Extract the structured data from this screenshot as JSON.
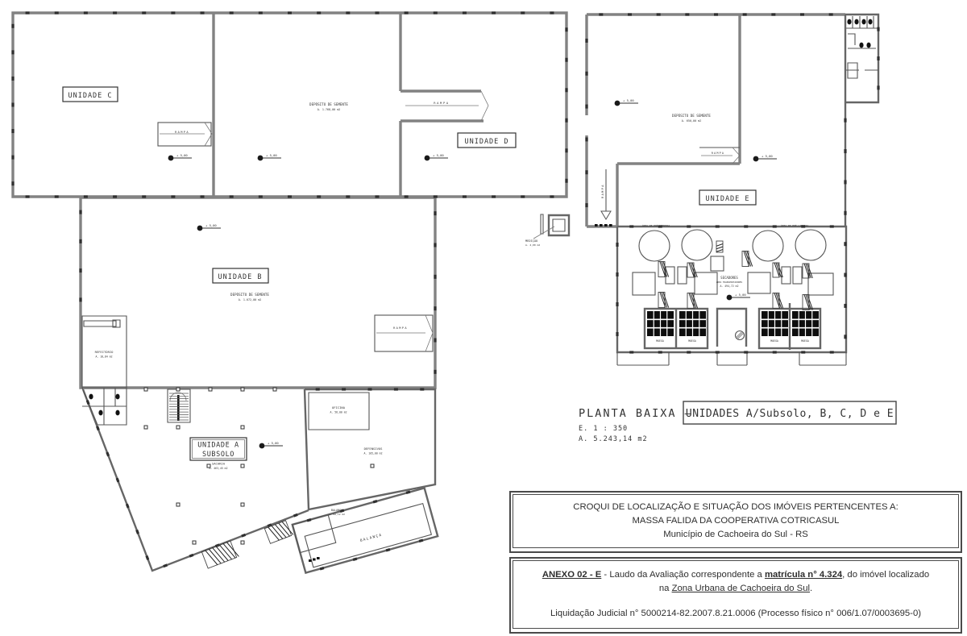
{
  "plan": {
    "title": {
      "prefix": "PLANTA BAIXA —",
      "boxed": "UNIDADES A/Subsolo, B, C, D e E",
      "scale": "E. 1 : 350",
      "area": "A. 5.243,14 m2"
    },
    "labels": {
      "unidade_c": "UNIDADE C",
      "unidade_d": "UNIDADE D",
      "unidade_b": "UNIDADE B",
      "unidade_a": "UNIDADE A",
      "subsolo": "SUBSOLO",
      "unidade_e": "UNIDADE E",
      "rampa": "RAMPA",
      "elevation": "+ 5,00",
      "moega": "MOEGA",
      "balanca": "BALANÇA",
      "area_pre": "ÁREA DE PRÉ-LIMPEZA"
    },
    "rooms": {
      "deposito_cd": {
        "name": "DEPÓSITO DE SEMENTE",
        "area": "A. 1.768,00 m2"
      },
      "deposito_b": {
        "name": "DEPÓSITO DE SEMENTE",
        "area": "A. 1.072,00 m2"
      },
      "deposito_e": {
        "name": "DEPÓSITO DE SEMENTE",
        "area": "A. 650,00 m2"
      },
      "refeitorio": {
        "name": "REFEITÓRIO",
        "area": "A. 18,84 m2"
      },
      "sacaria": {
        "name": "SACARIA",
        "area": "A. 463,45 m2"
      },
      "oficina": {
        "name": "OFICINA",
        "area": "A. 56,00 m2"
      },
      "defensivos": {
        "name": "DEFENSIVOS",
        "area": "A. 105,00 m2"
      },
      "medicao": {
        "name": "MEDIÇÃO",
        "area": "A. 4,00 m2"
      },
      "balanca_room": {
        "name": "BALANÇA",
        "area": "A. 82,12 m2"
      },
      "secadores": {
        "name": "SECADORES",
        "line2": "ÁREA TRANSPORTADORES",
        "area": "A. 494,72 m2"
      }
    }
  },
  "titleblock": {
    "box1": {
      "line1": "CROQUI DE LOCALIZAÇÃO E SITUAÇÃO DOS IMÓVEIS PERTENCENTES A:",
      "line2": "MASSA FALIDA DA COOPERATIVA COTRICASUL",
      "line3": "Município de Cachoeira do Sul - RS"
    },
    "box2": {
      "b1": "ANEXO 02 - E",
      "t1": " - Laudo da Avaliação correspondente a ",
      "b2": "matrícula n° 4.324",
      "t2": ", do imóvel localizado",
      "t3": "na ",
      "u1": "Zona Urbana de Cachoeira do Sul",
      "t4": ".",
      "line2": "Liquidação Judicial n° 5000214-82.2007.8.21.0006 (Processo físico n° 006/1.07/0003695-0)"
    }
  }
}
